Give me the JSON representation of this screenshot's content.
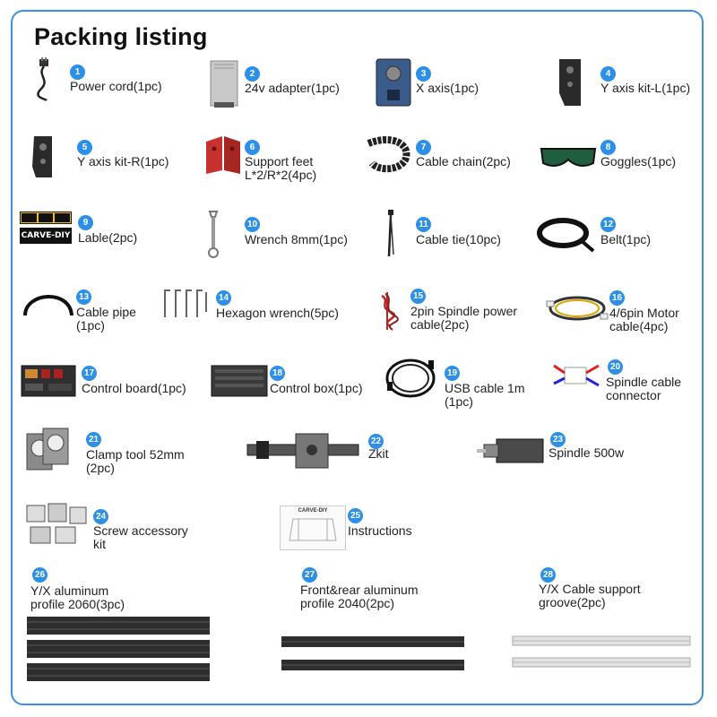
{
  "title": "Packing listing",
  "accent_color": "#2c8fe8",
  "items": [
    {
      "num": "1",
      "label": "Power cord(1pc)"
    },
    {
      "num": "2",
      "label": "24v adapter(1pc)"
    },
    {
      "num": "3",
      "label": "X axis(1pc)"
    },
    {
      "num": "4",
      "label": "Y axis kit-L(1pc)"
    },
    {
      "num": "5",
      "label": "Y axis kit-R(1pc)"
    },
    {
      "num": "6",
      "label": "Support feet\nL*2/R*2(4pc)"
    },
    {
      "num": "7",
      "label": "Cable chain(2pc)"
    },
    {
      "num": "8",
      "label": "Goggles(1pc)"
    },
    {
      "num": "9",
      "label": "Lable(2pc)"
    },
    {
      "num": "10",
      "label": "Wrench 8mm(1pc)"
    },
    {
      "num": "11",
      "label": "Cable tie(10pc)"
    },
    {
      "num": "12",
      "label": "Belt(1pc)"
    },
    {
      "num": "13",
      "label": "Cable pipe\n(1pc)"
    },
    {
      "num": "14",
      "label": "Hexagon wrench(5pc)"
    },
    {
      "num": "15",
      "label": "2pin Spindle power\ncable(2pc)"
    },
    {
      "num": "16",
      "label": "4/6pin Motor\ncable(4pc)"
    },
    {
      "num": "17",
      "label": "Control board(1pc)"
    },
    {
      "num": "18",
      "label": "Control box(1pc)"
    },
    {
      "num": "19",
      "label": "USB cable 1m\n(1pc)"
    },
    {
      "num": "20",
      "label": "Spindle cable\nconnector"
    },
    {
      "num": "21",
      "label": "Clamp tool 52mm\n(2pc)"
    },
    {
      "num": "22",
      "label": "Zkit"
    },
    {
      "num": "23",
      "label": "Spindle 500w"
    },
    {
      "num": "24",
      "label": "Screw accessory\nkit"
    },
    {
      "num": "25",
      "label": "Instructions"
    },
    {
      "num": "26",
      "label": "Y/X aluminum\nprofile 2060(3pc)"
    },
    {
      "num": "27",
      "label": "Front&rear aluminum\nprofile 2040(2pc)"
    },
    {
      "num": "28",
      "label": "Y/X Cable support\ngroove(2pc)"
    }
  ],
  "label_sticker_brand": "CARVE-DIY",
  "instructions_brand": "CARVE-DIY"
}
